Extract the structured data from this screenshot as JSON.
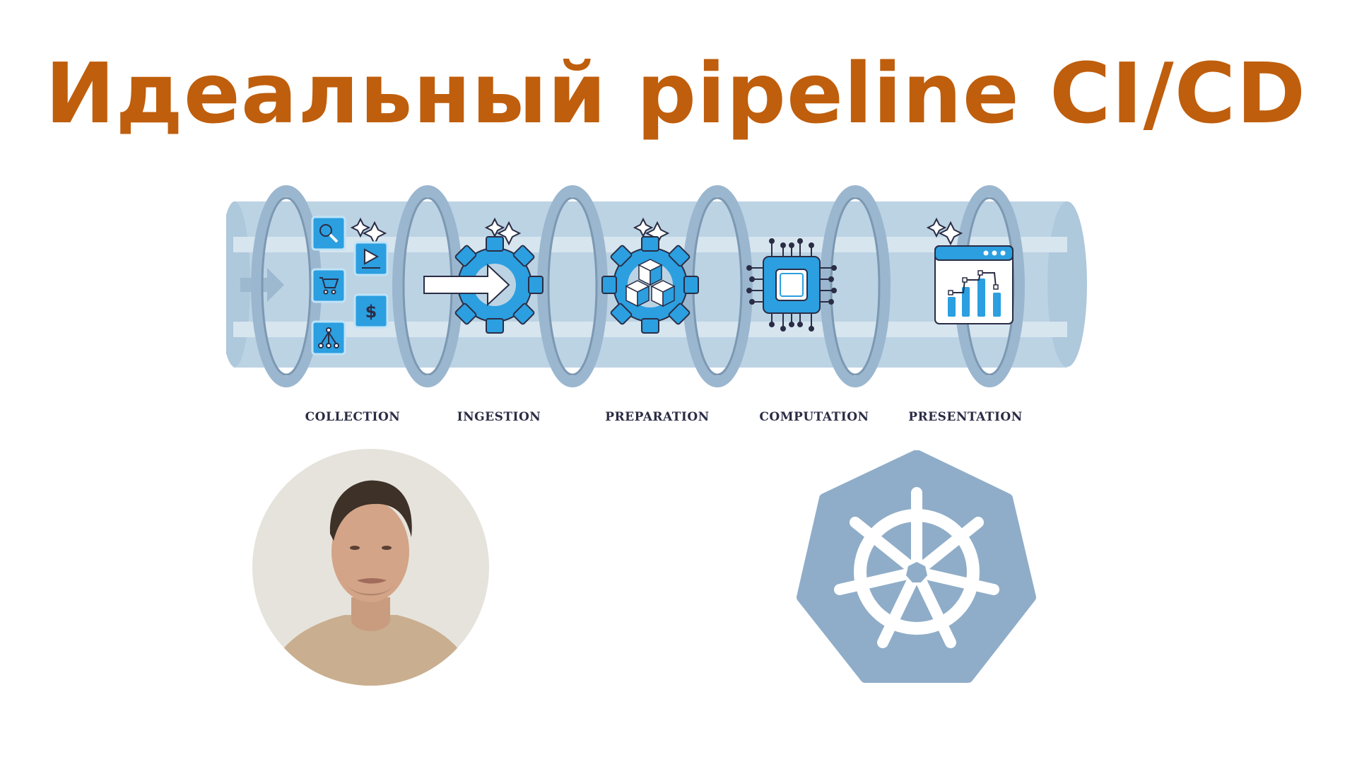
{
  "slide": {
    "title": "Идеальный pipeline CI/CD",
    "title_color": "#bf5e0c",
    "background": "#ffffff"
  },
  "pipeline": {
    "tube_color": "#bcd3e4",
    "ring_color": "#9bb7cf",
    "icon_color": "#2b9fe0",
    "outline_color": "#2a2d45",
    "stages": [
      {
        "label": "COLLECTION",
        "icons": [
          "search-icon",
          "play-icon",
          "cart-icon",
          "dollar-icon",
          "hierarchy-icon"
        ]
      },
      {
        "label": "INGESTION",
        "icons": [
          "gear-arrow-icon"
        ]
      },
      {
        "label": "PREPARATION",
        "icons": [
          "gear-cubes-icon"
        ]
      },
      {
        "label": "COMPUTATION",
        "icons": [
          "cpu-chip-icon"
        ]
      },
      {
        "label": "PRESENTATION",
        "icons": [
          "dashboard-chart-icon"
        ]
      }
    ]
  },
  "speaker": {
    "shape": "circle",
    "background": "#e6e3dc",
    "shirt_color": "#c9ae8f"
  },
  "logo": {
    "name": "kubernetes-logo",
    "fill": "#8fadc8",
    "wheel_color": "#ffffff"
  }
}
